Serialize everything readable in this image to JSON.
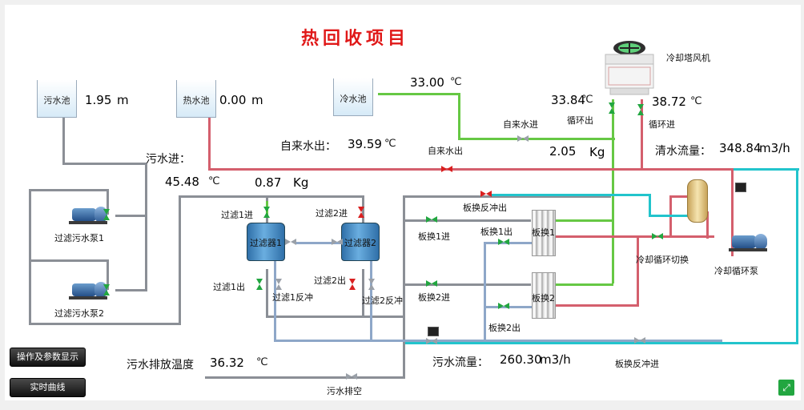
{
  "title": "热回收项目",
  "tanks": {
    "sewage": {
      "label": "污水池",
      "value": "1.95",
      "unit": "m"
    },
    "hot": {
      "label": "热水池",
      "value": "0.00",
      "unit": "m"
    },
    "cold": {
      "label": "冷水池"
    }
  },
  "cold_temp": {
    "value": "33.00",
    "unit": "℃"
  },
  "tower": {
    "label": "冷却塔风机",
    "out_temp": "33.84",
    "out_unit": "℃",
    "in_temp": "38.72",
    "in_unit": "℃",
    "out_label": "循环出",
    "in_label": "循环进"
  },
  "tap_in": {
    "label": "自来水进"
  },
  "tap_out": {
    "label": "自来水出",
    "caption": "自来水出：",
    "value": "39.59",
    "unit": "℃"
  },
  "tap_mass": {
    "value": "2.05",
    "unit": "Kg"
  },
  "clean_flow": {
    "label": "清水流量：",
    "value": "348.84",
    "unit": "m3/h"
  },
  "sewage_in": {
    "label": "污水进：",
    "temp": "45.48",
    "temp_unit": "℃",
    "mass": "0.87",
    "mass_unit": "Kg"
  },
  "filters": {
    "f1": {
      "label": "过滤器1",
      "in": "过滤1进",
      "out": "过滤1出",
      "back": "过滤1反冲"
    },
    "f2": {
      "label": "过滤器2",
      "in": "过滤2进",
      "out": "过滤2出",
      "back": "过滤2反冲"
    }
  },
  "pumps": {
    "p1": "过滤污水泵1",
    "p2": "过滤污水泵2",
    "cool": "冷却循环泵"
  },
  "plate": {
    "backflush_out": "板换反冲出",
    "backflush_in": "板换反冲进",
    "p1": "板换1",
    "p1_in": "板换1进",
    "p1_out": "板换1出",
    "p2": "板换2",
    "p2_in": "板换2进",
    "p2_out": "板换2出"
  },
  "cool_switch": "冷却循环切换",
  "discharge_temp": {
    "label": "污水排放温度",
    "value": "36.32",
    "unit": "℃"
  },
  "sewage_flow": {
    "label": "污水流量：",
    "value": "260.30",
    "unit": "m3/h"
  },
  "sewage_drain": "污水排空",
  "buttons": {
    "ops": "操作及参数显示",
    "curve": "实时曲线"
  },
  "colors": {
    "green_pipe": "#66c844",
    "red_pipe": "#d45f6d",
    "gray_pipe": "#8b8f96",
    "blue_pipe": "#8ea7c8",
    "cyan_pipe": "#22c4cc",
    "title": "#e01818"
  }
}
